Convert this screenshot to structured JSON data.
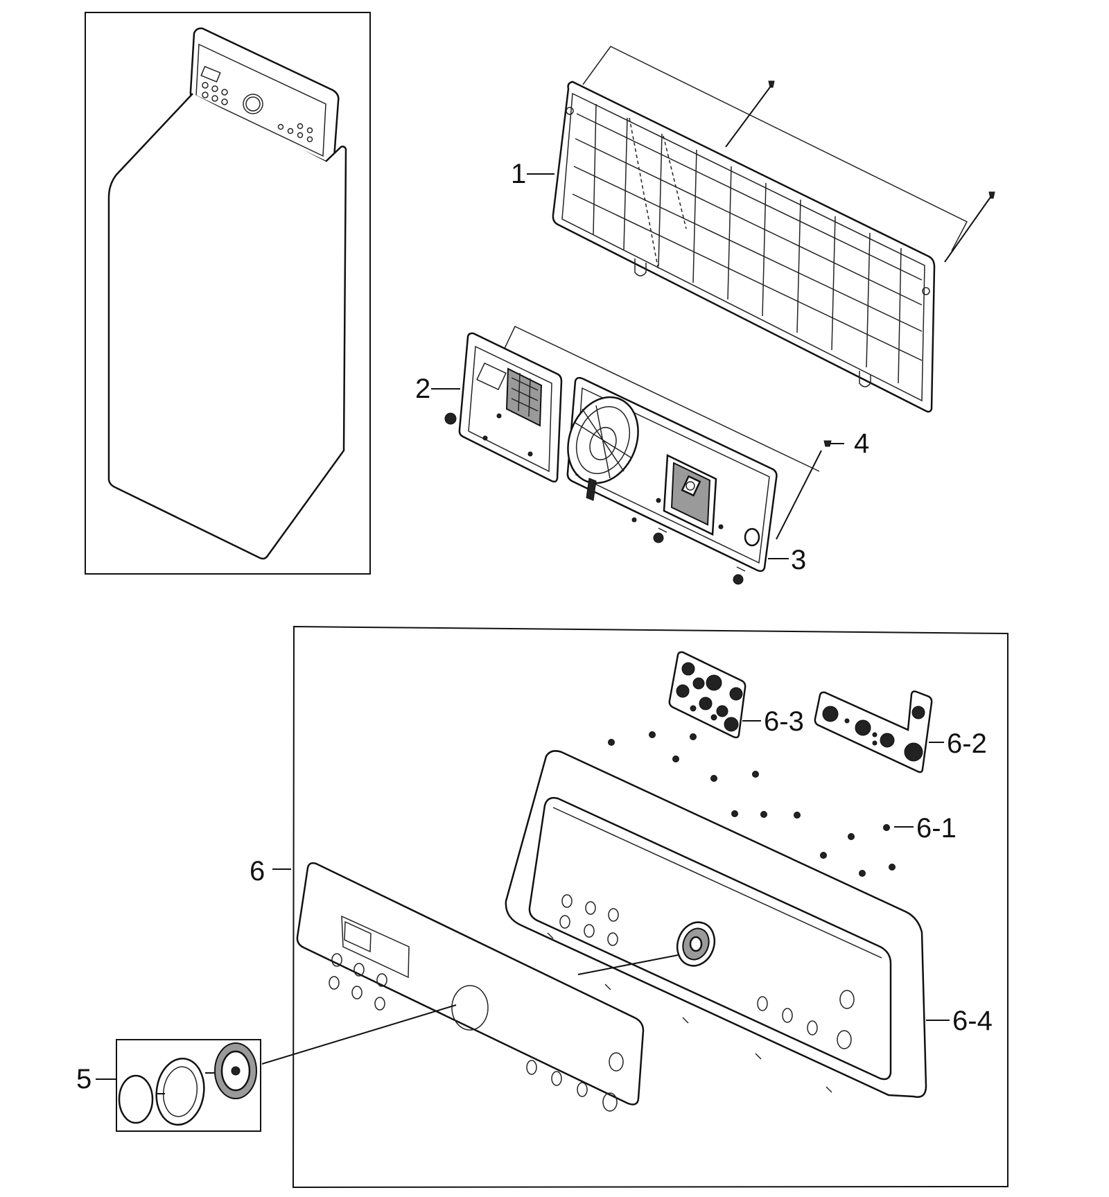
{
  "diagram": {
    "callouts": {
      "c1": "1",
      "c2": "2",
      "c3": "3",
      "c4": "4",
      "c5": "5",
      "c6": "6",
      "c6_1": "6-1",
      "c6_2": "6-2",
      "c6_3": "6-3",
      "c6_4": "6-4"
    }
  }
}
